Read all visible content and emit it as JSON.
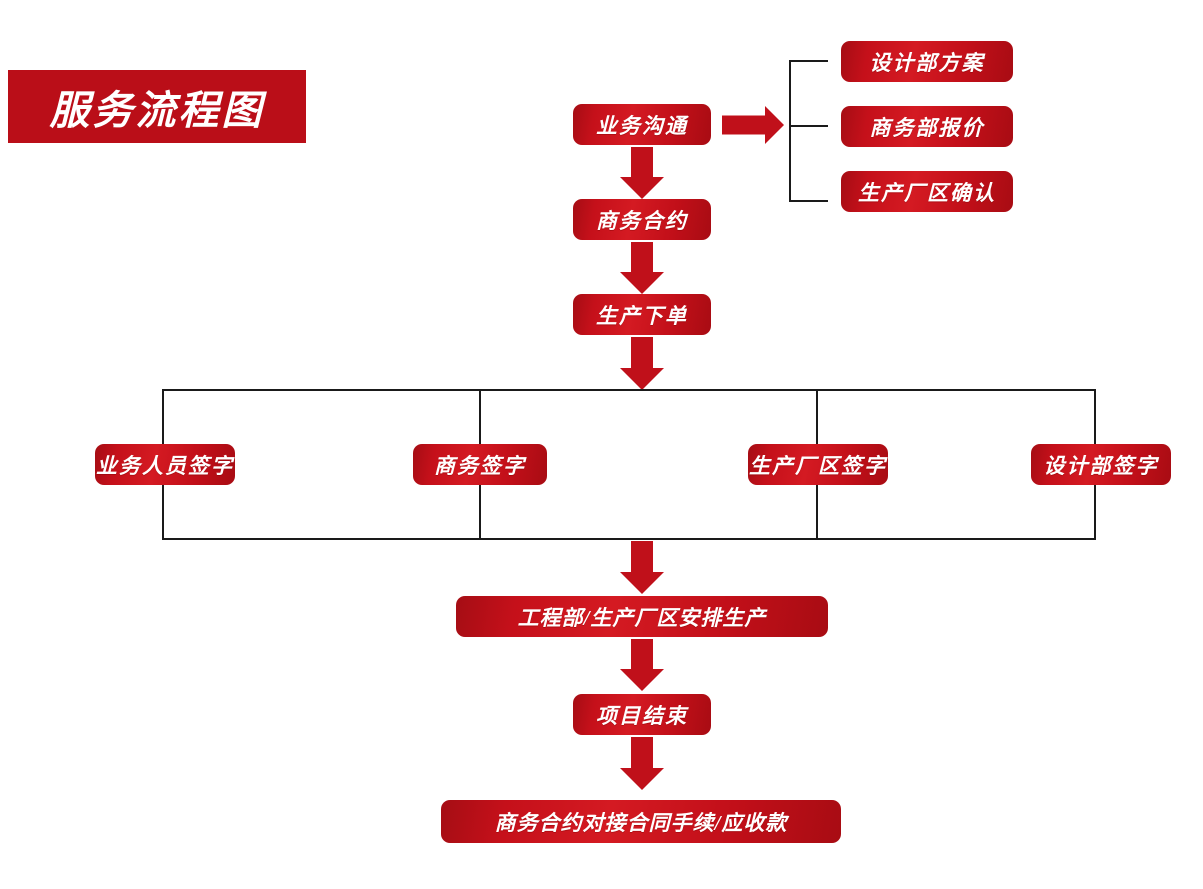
{
  "page": {
    "title": "服务流程图",
    "background_color": "#ffffff",
    "accent_color": "#c0101a",
    "banner_color": "#ba0e18",
    "line_color": "#1a1a1a",
    "text_color": "#ffffff"
  },
  "banner": {
    "label": "服务流程图"
  },
  "nodes": {
    "business_communication": "业务沟通",
    "design_plan": "设计部方案",
    "business_quote": "商务部报价",
    "plant_confirm": "生产厂区确认",
    "business_contract": "商务合约",
    "production_order": "生产下单",
    "sign_sales": "业务人员签字",
    "sign_business": "商务签字",
    "sign_plant": "生产厂区签字",
    "sign_design": "设计部签字",
    "arrange_production": "工程部/生产厂区安排生产",
    "project_end": "项目结束",
    "contract_receivables": "商务合约对接合同手续/应收款"
  },
  "connectors": {
    "right_arrow_from_communication": "arrow-right",
    "down_arrow_communication_to_contract": "arrow-down",
    "down_arrow_contract_to_order": "arrow-down",
    "down_arrow_order_to_signrow": "arrow-down",
    "down_arrow_signrow_to_production": "arrow-down",
    "down_arrow_production_to_end": "arrow-down",
    "down_arrow_end_to_receivables": "arrow-down",
    "branch_bracket_top": "vertical-bracket-three-way",
    "branch_bracket_signatures": "horizontal-bracket-four-way"
  }
}
